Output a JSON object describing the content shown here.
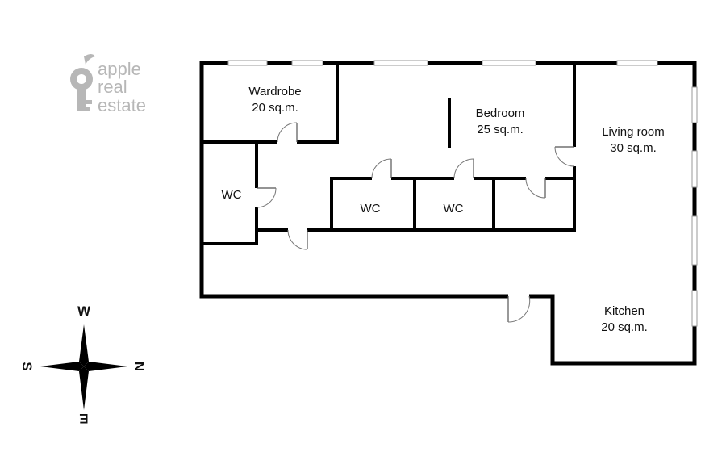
{
  "logo": {
    "brand_lines": [
      "apple",
      "real",
      "estate"
    ],
    "icon": "key-icon",
    "color": "#b7b7b7"
  },
  "rooms": [
    {
      "id": "wardrobe",
      "name": "Wardrobe",
      "area": "20 sq.m."
    },
    {
      "id": "bedroom",
      "name": "Bedroom",
      "area": "25 sq.m."
    },
    {
      "id": "living-room",
      "name": "Living room",
      "area": "30 sq.m."
    },
    {
      "id": "kitchen",
      "name": "Kitchen",
      "area": "20 sq.m."
    },
    {
      "id": "wc-1",
      "name": "WC",
      "area": ""
    },
    {
      "id": "wc-2",
      "name": "WC",
      "area": ""
    },
    {
      "id": "wc-3",
      "name": "WC",
      "area": ""
    }
  ],
  "compass": {
    "top": "W",
    "bottom": "E",
    "left": "S",
    "right": "N",
    "icon": "compass-rose-icon"
  }
}
